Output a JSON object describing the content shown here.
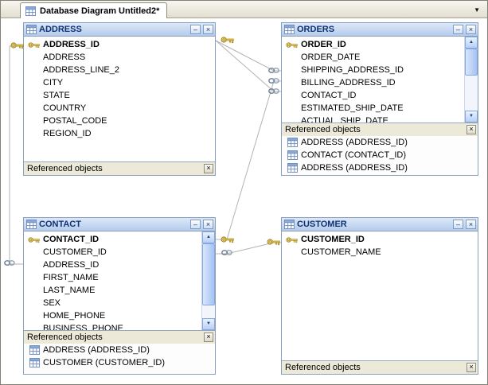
{
  "window": {
    "tab_title": "Database Diagram Untitled2*",
    "footer_label": "Referenced objects"
  },
  "icons": {
    "minimize": "–",
    "close": "×",
    "dropdown": "▼",
    "scroll_up": "▲",
    "scroll_down": "▼"
  },
  "entities": {
    "address": {
      "title": "ADDRESS",
      "primary_key": "ADDRESS_ID",
      "fields": [
        "ADDRESS_ID",
        "ADDRESS",
        "ADDRESS_LINE_2",
        "CITY",
        "STATE",
        "COUNTRY",
        "POSTAL_CODE",
        "REGION_ID"
      ]
    },
    "orders": {
      "title": "ORDERS",
      "primary_key": "ORDER_ID",
      "fields": [
        "ORDER_ID",
        "ORDER_DATE",
        "SHIPPING_ADDRESS_ID",
        "BILLING_ADDRESS_ID",
        "CONTACT_ID",
        "ESTIMATED_SHIP_DATE",
        "ACTUAL_SHIP_DATE"
      ],
      "referenced_objects": [
        "ADDRESS (ADDRESS_ID)",
        "CONTACT (CONTACT_ID)",
        "ADDRESS (ADDRESS_ID)"
      ]
    },
    "contact": {
      "title": "CONTACT",
      "primary_key": "CONTACT_ID",
      "fields": [
        "CONTACT_ID",
        "CUSTOMER_ID",
        "ADDRESS_ID",
        "FIRST_NAME",
        "LAST_NAME",
        "SEX",
        "HOME_PHONE",
        "BUSINESS_PHONE"
      ],
      "referenced_objects": [
        "ADDRESS (ADDRESS_ID)",
        "CUSTOMER (CUSTOMER_ID)"
      ]
    },
    "customer": {
      "title": "CUSTOMER",
      "primary_key": "CUSTOMER_ID",
      "fields": [
        "CUSTOMER_ID",
        "CUSTOMER_NAME"
      ]
    }
  },
  "colors": {
    "titlebar": "#c9daf2",
    "title_text": "#0f3275",
    "key_gold": "#e6c84f",
    "wire": "#b3b3b3",
    "panel_gray": "#ece9d8"
  }
}
